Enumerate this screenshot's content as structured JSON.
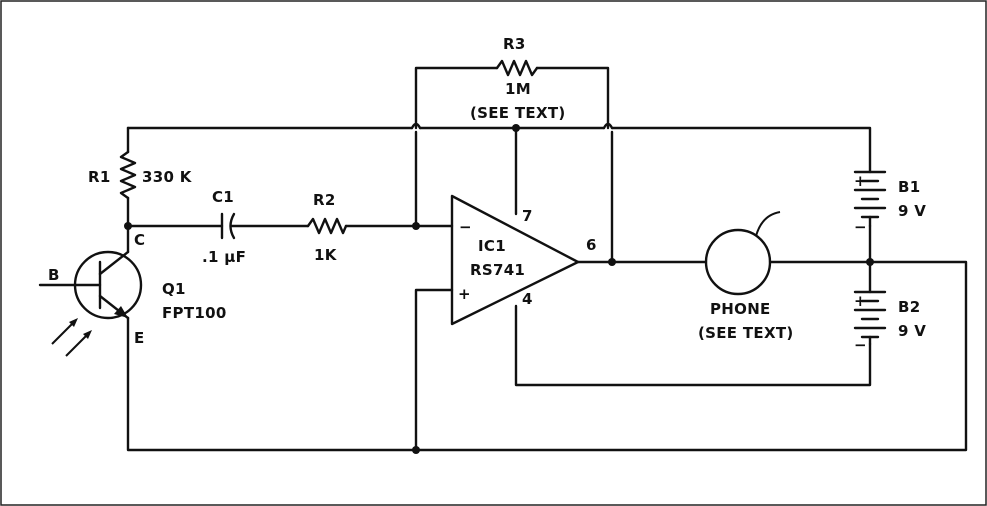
{
  "components": {
    "r1": {
      "ref": "R1",
      "value": "330 K"
    },
    "r2": {
      "ref": "R2",
      "value": "1K"
    },
    "r3": {
      "ref": "R3",
      "value": "1M",
      "note": "(SEE TEXT)"
    },
    "c1": {
      "ref": "C1",
      "value": ".1 µF"
    },
    "q1": {
      "ref": "Q1",
      "part": "FPT100",
      "pin_b": "B",
      "pin_c": "C",
      "pin_e": "E"
    },
    "ic1": {
      "ref": "IC1",
      "part": "RS741",
      "pin_7": "7",
      "pin_6": "6",
      "pin_4": "4",
      "minus": "−",
      "plus": "+"
    },
    "b1": {
      "ref": "B1",
      "value": "9 V"
    },
    "b2": {
      "ref": "B2",
      "value": "9 V"
    },
    "phone": {
      "name": "PHONE",
      "note": "(SEE TEXT)"
    }
  },
  "battery_signs": {
    "plus": "+",
    "minus": "−"
  }
}
